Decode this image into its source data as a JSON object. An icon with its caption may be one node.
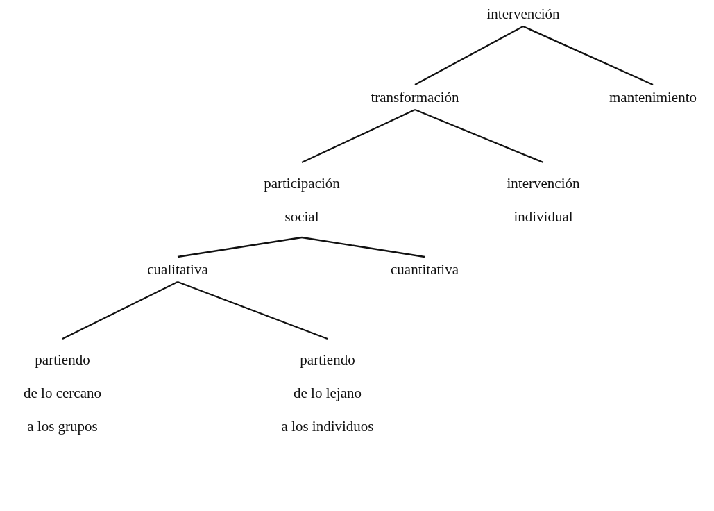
{
  "diagram": {
    "nodes": [
      {
        "text": [
          "intervención"
        ]
      },
      {
        "text": [
          "transformación"
        ]
      },
      {
        "text": [
          "mantenimiento"
        ]
      },
      {
        "text": [
          "participación social"
        ]
      },
      {
        "text": [
          "intervención individual"
        ]
      },
      {
        "text": [
          "cualitativa"
        ]
      },
      {
        "text": [
          "cuantitativa"
        ]
      },
      {
        "text": [
          "partiendo de lo cercano a los grupos"
        ]
      },
      {
        "text": [
          "partiendo de lo lejano a los individuos"
        ]
      }
    ],
    "edges": [
      {
        "from": 0,
        "to": 1,
        "arrow": "none"
      },
      {
        "from": 0,
        "to": 2,
        "arrow": "none"
      },
      {
        "from": 1,
        "to": 3,
        "arrow": "none"
      },
      {
        "from": 1,
        "to": 4,
        "arrow": "none"
      },
      {
        "from": 3,
        "to": 5,
        "arrow": "none"
      },
      {
        "from": 3,
        "to": 6,
        "arrow": "none"
      },
      {
        "from": 5,
        "to": 7,
        "arrow": "none"
      },
      {
        "from": 5,
        "to": 8,
        "arrow": "none"
      }
    ]
  }
}
